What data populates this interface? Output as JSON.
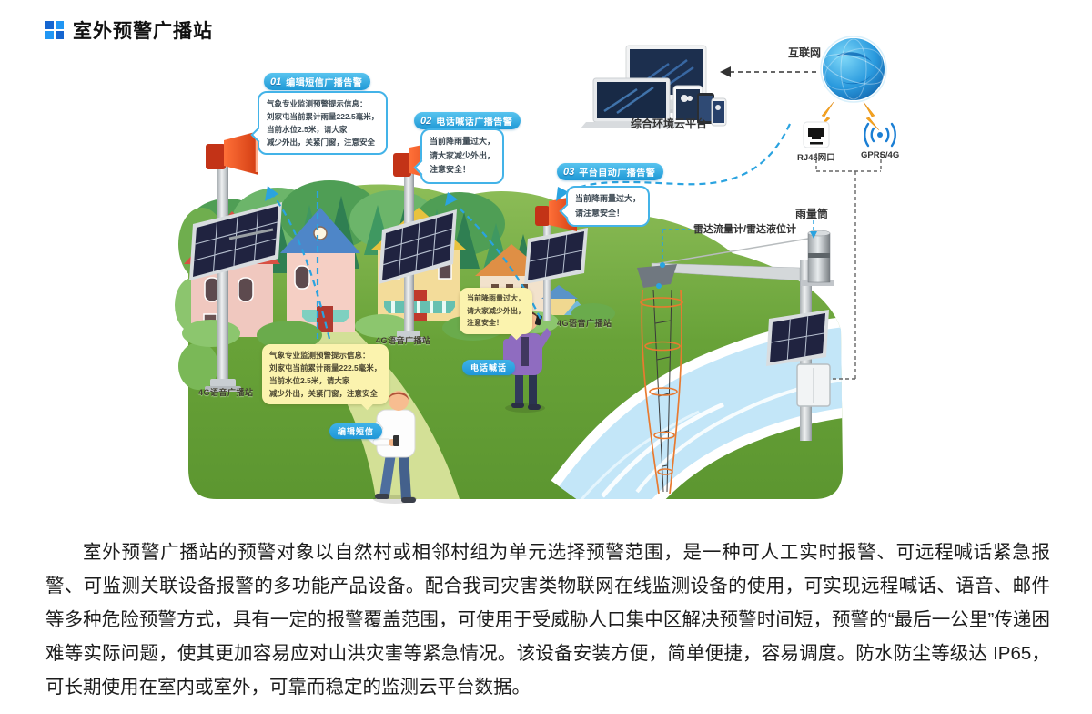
{
  "title": {
    "text": "室外预警广播站"
  },
  "cloud": {
    "platform": "综合环境云平台",
    "internet": "互联网",
    "rj45": "RJ45网口",
    "gprs": "GPRS/4G"
  },
  "sensors": {
    "radar": "雷达流量计/雷达液位计",
    "rain": "雨量筒"
  },
  "labels": {
    "station": "4G语音广播站"
  },
  "pills": {
    "call": "电话喊话",
    "sms": "编辑短信"
  },
  "callouts": {
    "c1": {
      "num": "01",
      "title": "编辑短信广播告警"
    },
    "c2": {
      "num": "02",
      "title": "电话喊话广播告警"
    },
    "c3": {
      "num": "03",
      "title": "平台自动广播告警"
    }
  },
  "bubbles": {
    "sms_alert": {
      "l1": "气象专业监测预警提示信息：",
      "l2": "刘家屯当前累计雨量222.5毫米，",
      "l3": "当前水位2.5米，请大家",
      "l4": "减少外出，关紧门窗，注意安全"
    },
    "call_alert": {
      "l1": "当前降雨量过大，",
      "l2": "请大家减少外出，",
      "l3": "注意安全！"
    },
    "auto_alert": {
      "l1": "当前降雨量过大，",
      "l2": "请注意安全！"
    },
    "speech_phone": {
      "l1": "当前降雨量过大，",
      "l2": "请大家减少外出，",
      "l3": "注意安全！"
    },
    "speech_sms": {
      "l1": "气象专业监测预警提示信息：",
      "l2": "刘家屯当前累计雨量222.5毫米，",
      "l3": "当前水位2.5米，请大家",
      "l4": "减少外出，关紧门窗，注意安全"
    }
  },
  "description": "室外预警广播站的预警对象以自然村或相邻村组为单元选择预警范围，是一种可人工实时报警、可远程喊话紧急报警、可监测关联设备报警的多功能产品设备。配合我司灾害类物联网在线监测设备的使用，可实现远程喊话、语音、邮件等多种危险预警方式，具有一定的报警覆盖范围，可使用于受威胁人口集中区解决预警时间短，预警的“最后一公里”传递困难等实际问题，使其更加容易应对山洪灾害等紧急情况。该设备安装方便，简单便捷，容易调度。防水防尘等级达 IP65，可长期使用在室内或室外，可靠而稳定的监测云平台数据。",
  "colors": {
    "title_blue": "#1e88e5",
    "accent_blue": "#29a3dd",
    "bubble_border": "#43b3e8",
    "speech_yellow": "#fbf3ae",
    "grass_green": "#74a93e",
    "river_blue": "#c3e6f8",
    "horn_red": "#e0431c",
    "globe_blue": "#1577c2",
    "cone_orange": "#e87a30"
  }
}
